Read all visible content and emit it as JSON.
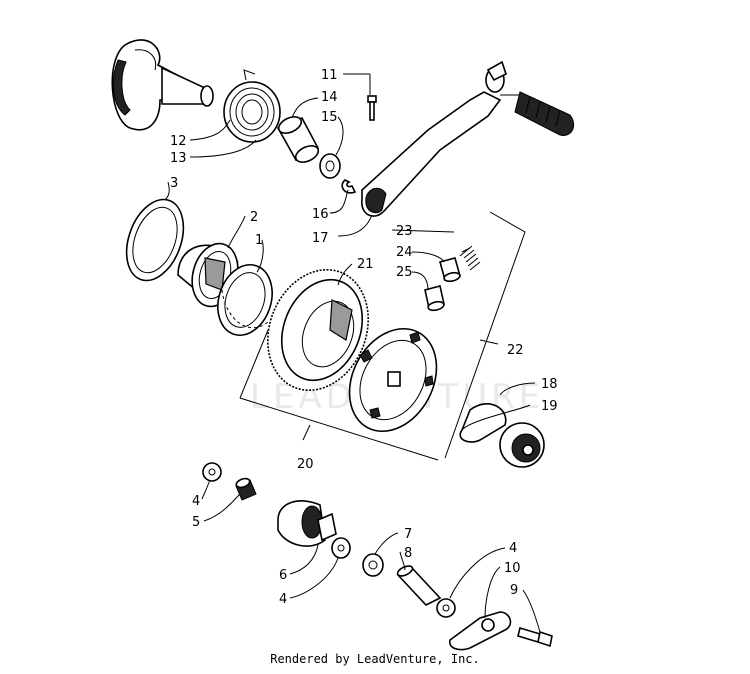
{
  "watermark": "LEADVENTURE",
  "credit": "Rendered by LeadVenture, Inc.",
  "labels": {
    "l1": "1",
    "l2": "2",
    "l3": "3",
    "l4a": "4",
    "l4b": "4",
    "l4c": "4",
    "l5": "5",
    "l6": "6",
    "l7": "7",
    "l8": "8",
    "l9": "9",
    "l10": "10",
    "l11": "11",
    "l12": "12",
    "l13": "13",
    "l14": "14",
    "l15": "15",
    "l16": "16",
    "l17": "17",
    "l18": "18",
    "l19": "19",
    "l20": "20",
    "l21": "21",
    "l22": "22",
    "l23": "23",
    "l24": "24",
    "l25": "25"
  }
}
